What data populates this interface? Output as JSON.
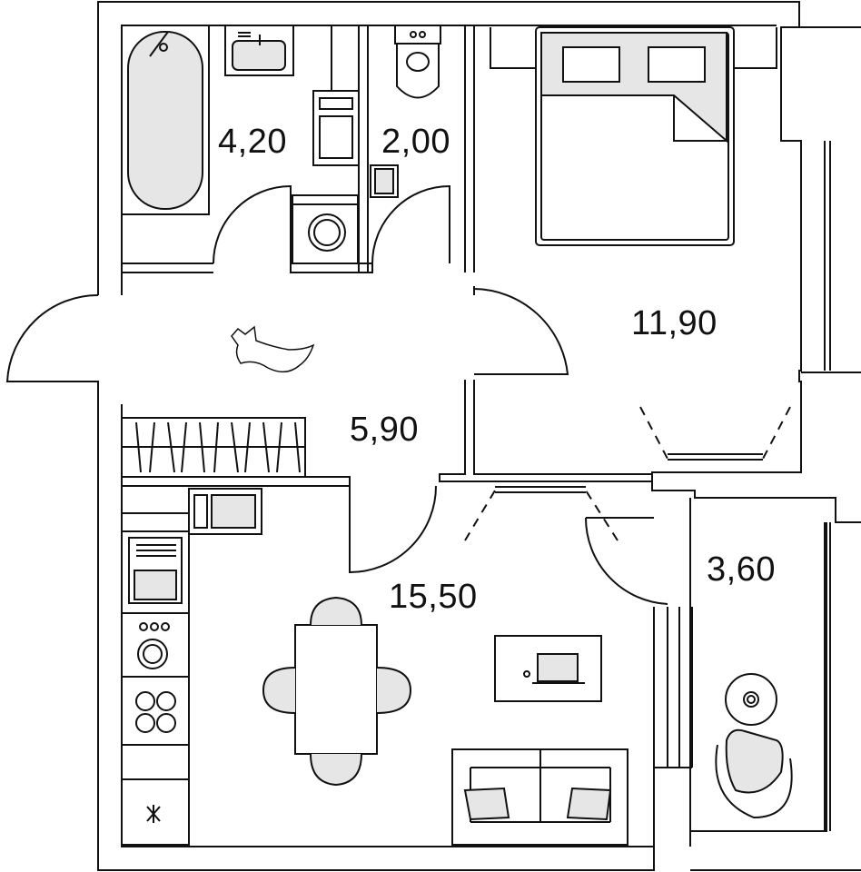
{
  "plan": {
    "rooms": [
      {
        "name": "bathroom",
        "area": "4,20"
      },
      {
        "name": "toilet",
        "area": "2,00"
      },
      {
        "name": "bedroom",
        "area": "11,90"
      },
      {
        "name": "hallway",
        "area": "5,90"
      },
      {
        "name": "kitchen-living",
        "area": "15,50"
      },
      {
        "name": "balcony",
        "area": "3,60"
      }
    ],
    "colors": {
      "line": "#111111",
      "furniture_fill": "#e6e6e6",
      "background": "#ffffff"
    }
  }
}
